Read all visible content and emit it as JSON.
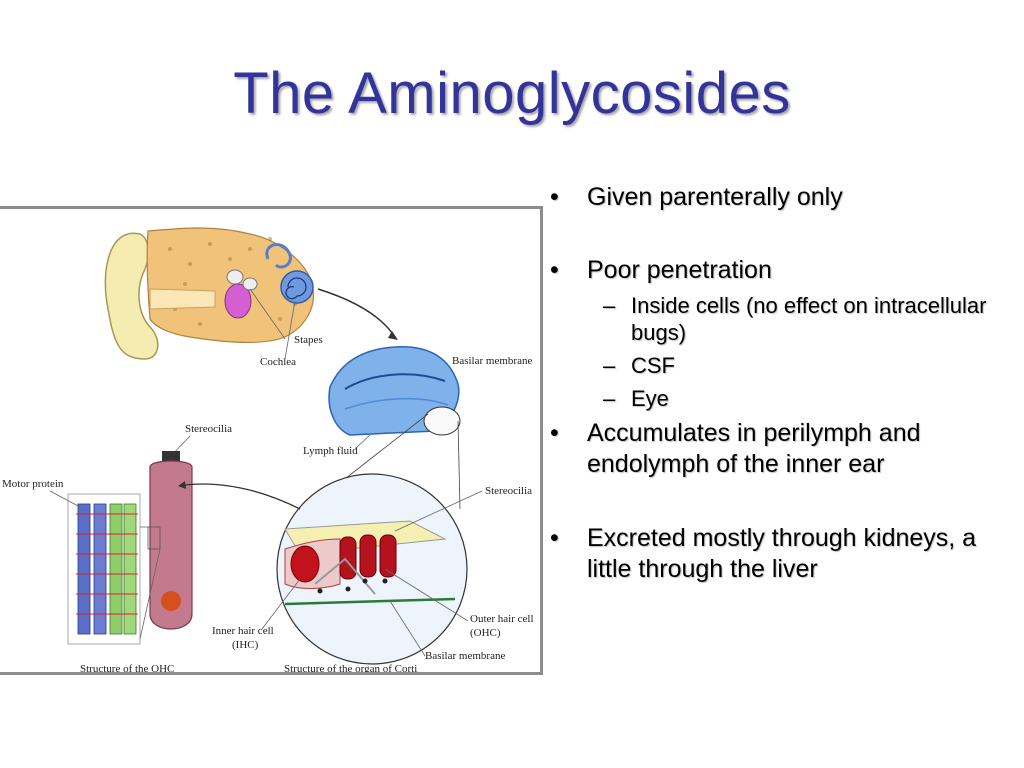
{
  "slide": {
    "title": "The Aminoglycosides",
    "bullets": [
      {
        "text": "Given parenterally only"
      },
      {
        "text": "Poor penetration",
        "sub": [
          "Inside cells (no effect on intracellular bugs)",
          "CSF",
          "Eye"
        ]
      },
      {
        "text": "Accumulates in perilymph and endolymph of the inner ear"
      },
      {
        "text": "Excreted mostly through kidneys, a little through the liver"
      }
    ]
  },
  "figure": {
    "labels": {
      "stapes": "Stapes",
      "cochlea": "Cochlea",
      "basilar_top": "Basilar membrane",
      "lymph_fluid": "Lymph fluid",
      "stereocilia_top": "Stereocilia",
      "stereocilia_right": "Stereocilia",
      "motor_protein": "Motor protein",
      "inner_hair_cell": "Inner hair cell",
      "ihc": "(IHC)",
      "outer_hair_cell": "Outer hair cell",
      "ohc": "(OHC)",
      "basilar_bottom": "Basilar membrane",
      "caption_ohc": "Structure of the OHC",
      "caption_corti": "Structure of the organ of Corti"
    }
  }
}
